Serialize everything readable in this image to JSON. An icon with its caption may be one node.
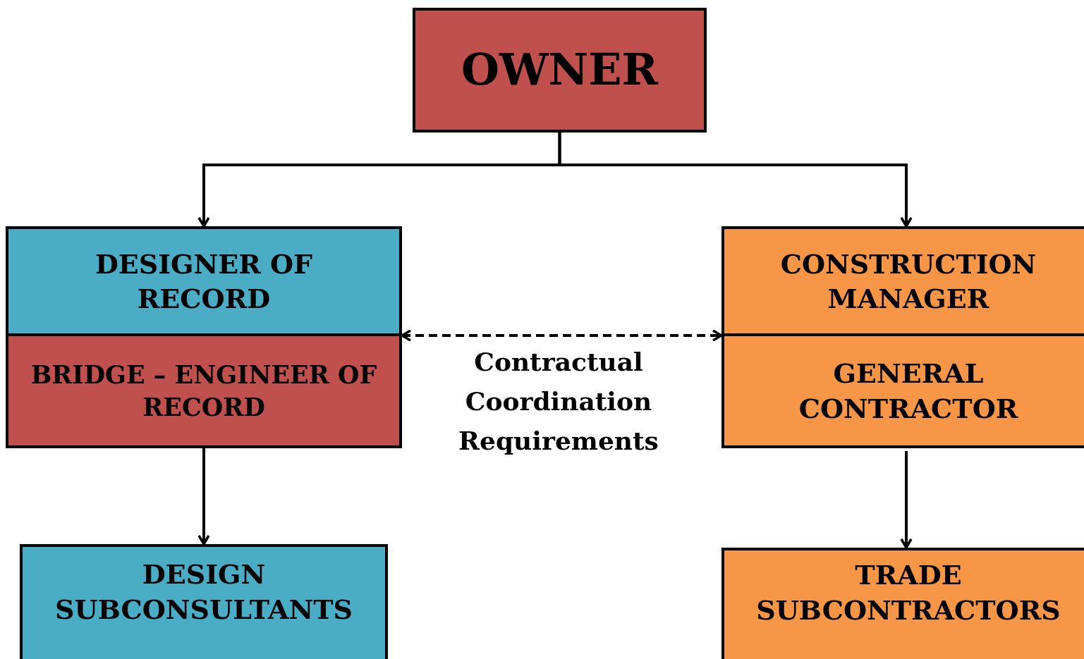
{
  "diagram": {
    "nodes": [
      {
        "text": [
          "OWNER"
        ]
      },
      {
        "text": [
          "DESIGNER OF RECORD"
        ]
      },
      {
        "text": [
          "BRIDGE – ENGINEER OF RECORD"
        ]
      },
      {
        "text": [
          "CONSTRUCTION MANAGER"
        ]
      },
      {
        "text": [
          "GENERAL CONTRACTOR"
        ]
      },
      {
        "text": [
          "DESIGN SUBCONSULTANTS"
        ]
      },
      {
        "text": [
          "TRADE SUBCONTRACTORS"
        ]
      }
    ],
    "edges": [
      {
        "from": 0,
        "to": 1,
        "arrow": "to"
      },
      {
        "from": 0,
        "to": 3,
        "arrow": "to"
      },
      {
        "from": 1,
        "to": 3,
        "arrow": "both",
        "style": "dashed",
        "label": "Contractual Coordination Requirements"
      },
      {
        "from": 2,
        "to": 5,
        "arrow": "to"
      },
      {
        "from": 4,
        "to": 6,
        "arrow": "to"
      }
    ]
  }
}
